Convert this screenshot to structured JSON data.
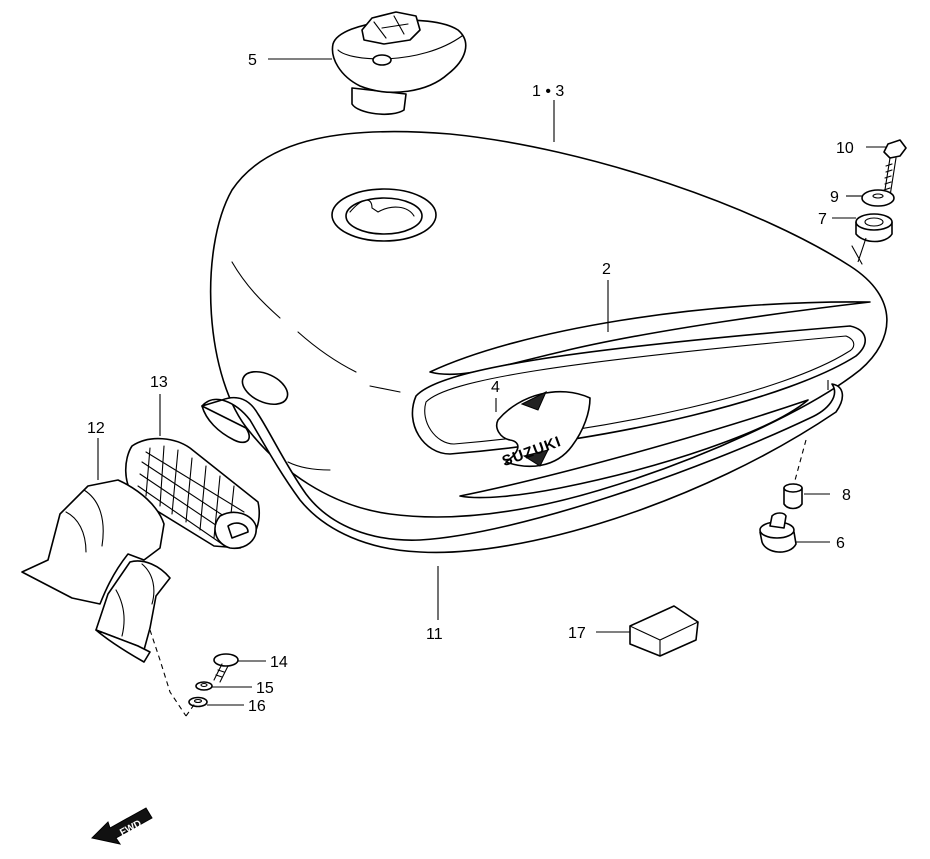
{
  "diagram": {
    "callouts": {
      "c1_3": "1 • 3",
      "c2": "2",
      "c4": "4",
      "c5": "5",
      "c6": "6",
      "c7": "7",
      "c8": "8",
      "c9": "9",
      "c10": "10",
      "c11": "11",
      "c12": "12",
      "c13": "13",
      "c14": "14",
      "c15": "15",
      "c16": "16",
      "c17": "17"
    },
    "emblem_text": "SUZUKI",
    "fwd_text": "FWD",
    "icons": [
      "fwd-arrow-icon",
      "suzuki-emblem"
    ]
  }
}
